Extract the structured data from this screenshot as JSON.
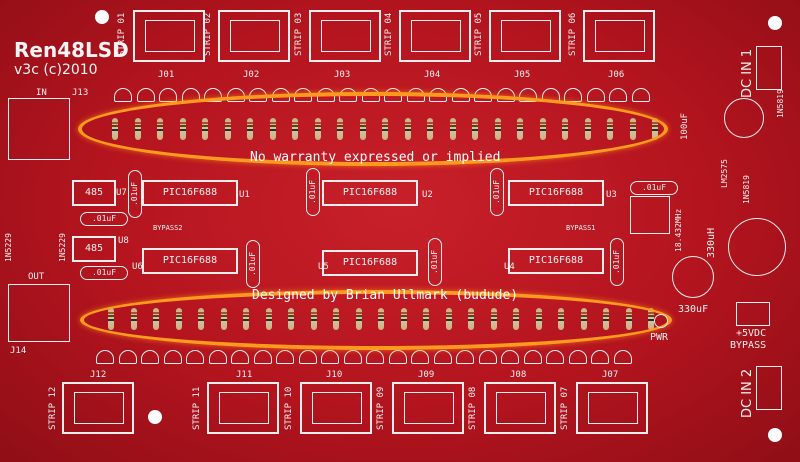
{
  "board": {
    "title": "Ren48LSD",
    "version": "v3c (c)2010",
    "notes": {
      "warranty": "No warranty expressed or implied",
      "designer": "Designed by Brian Ullmark (budude)"
    },
    "top_connectors": [
      {
        "strip": "STRIP 01",
        "jack": "J01"
      },
      {
        "strip": "STRIP 02",
        "jack": "J02"
      },
      {
        "strip": "STRIP 03",
        "jack": "J03"
      },
      {
        "strip": "STRIP 04",
        "jack": "J04"
      },
      {
        "strip": "STRIP 05",
        "jack": "J05"
      },
      {
        "strip": "STRIP 06",
        "jack": "J06"
      }
    ],
    "bottom_connectors": [
      {
        "strip": "STRIP 12",
        "jack": "J12"
      },
      {
        "strip": "STRIP 11",
        "jack": "J11"
      },
      {
        "strip": "STRIP 10",
        "jack": "J10"
      },
      {
        "strip": "STRIP 09",
        "jack": "J09"
      },
      {
        "strip": "STRIP 08",
        "jack": "J08"
      },
      {
        "strip": "STRIP 07",
        "jack": "J07"
      }
    ],
    "side": {
      "in_label": "IN",
      "out_label": "OUT",
      "j13": "J13",
      "j14": "J14",
      "transceiver1": "485",
      "transceiver2": "485"
    },
    "chips": [
      "PIC16F688",
      "PIC16F688",
      "PIC16F688",
      "PIC16F688",
      "PIC16F688",
      "PIC16F688"
    ],
    "cap_labels": [
      ".01uF",
      ".01uF",
      ".01uF",
      ".01uF",
      ".01uF",
      ".01uF",
      ".01uF",
      ".01uF",
      ".01uF"
    ],
    "bypass": [
      "BYPASS2",
      "BYPASS1"
    ],
    "ic_labels": [
      "U1",
      "U2",
      "U3",
      "U4",
      "U5",
      "U6",
      "U7",
      "U8"
    ],
    "power": {
      "dc_in1": "DC IN 1",
      "dc_in2": "DC IN 2",
      "cap100": "100uF",
      "diode1": "1N5819",
      "diode2": "1N5819",
      "regulator": "LM2575",
      "inductor": "330uH",
      "cap330": "330uF",
      "crystal": "18.432MHz",
      "bypass_5v": "+5VDC",
      "bypass_5v_label": "BYPASS",
      "pwr": "PWR"
    },
    "diodes_left": [
      "1N5229",
      "1N5229"
    ],
    "colors": {
      "board": "#b3141e",
      "silk": "#f2f2f2",
      "highlight": "#ff9a1f"
    }
  }
}
